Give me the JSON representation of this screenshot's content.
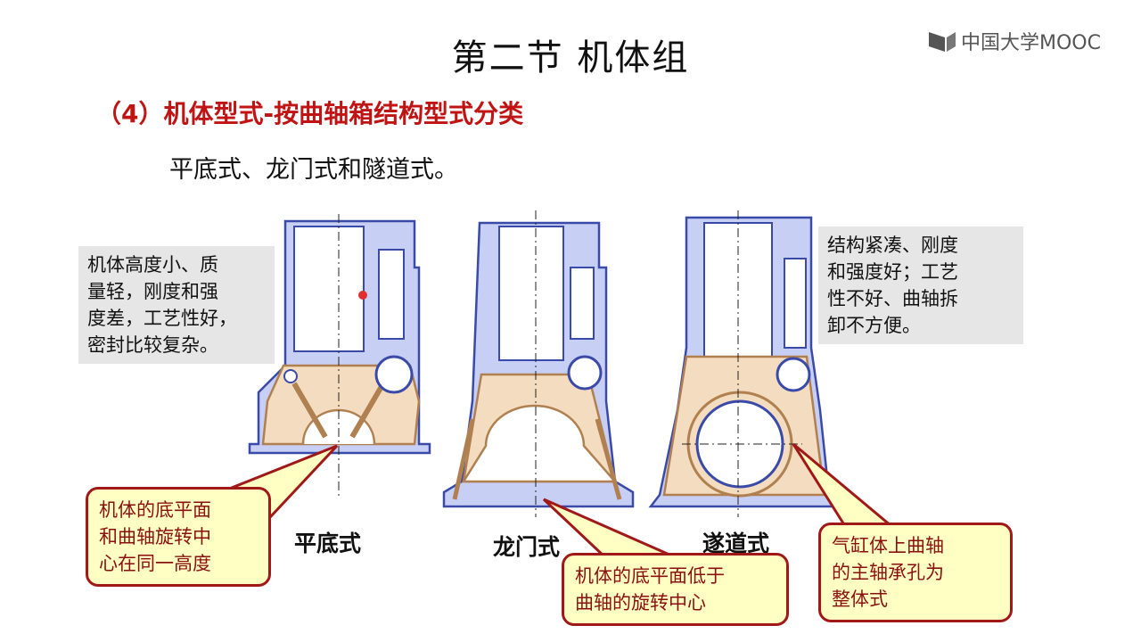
{
  "title": "第二节  机体组",
  "logo": {
    "text": "中国大学MOOC",
    "icon": "mooc-logo-icon"
  },
  "subtitle": "（4）机体型式-按曲轴箱结构型式分类",
  "intro": "平底式、龙门式和隧道式。",
  "notes": {
    "left": [
      "机体高度小、质",
      "量轻，刚度和强",
      "度差，工艺性好，",
      "密封比较复杂。"
    ],
    "right": [
      "结构紧凑、刚度",
      "和强度好；工艺",
      "性不好、曲轴拆",
      "卸不方便。"
    ]
  },
  "labels": {
    "flat": "平底式",
    "gantry": "龙门式",
    "tunnel": "遂道式"
  },
  "callouts": {
    "flat": [
      "机体的底平面",
      "和曲轴旋转中",
      "心在同一高度"
    ],
    "gantry": [
      "机体的底平面低于",
      "曲轴的旋转中心"
    ],
    "tunnel": [
      "气缸体上曲轴",
      "的主轴承孔为",
      "整体式"
    ]
  },
  "colors": {
    "accent_red": "#c01414",
    "callout_fill": "#ffffc4",
    "body_blue": "#c8cff4",
    "outline_blue": "#3a4aa8",
    "crankcase_tan": "#f4dcc0",
    "crankcase_outline": "#b08050"
  }
}
